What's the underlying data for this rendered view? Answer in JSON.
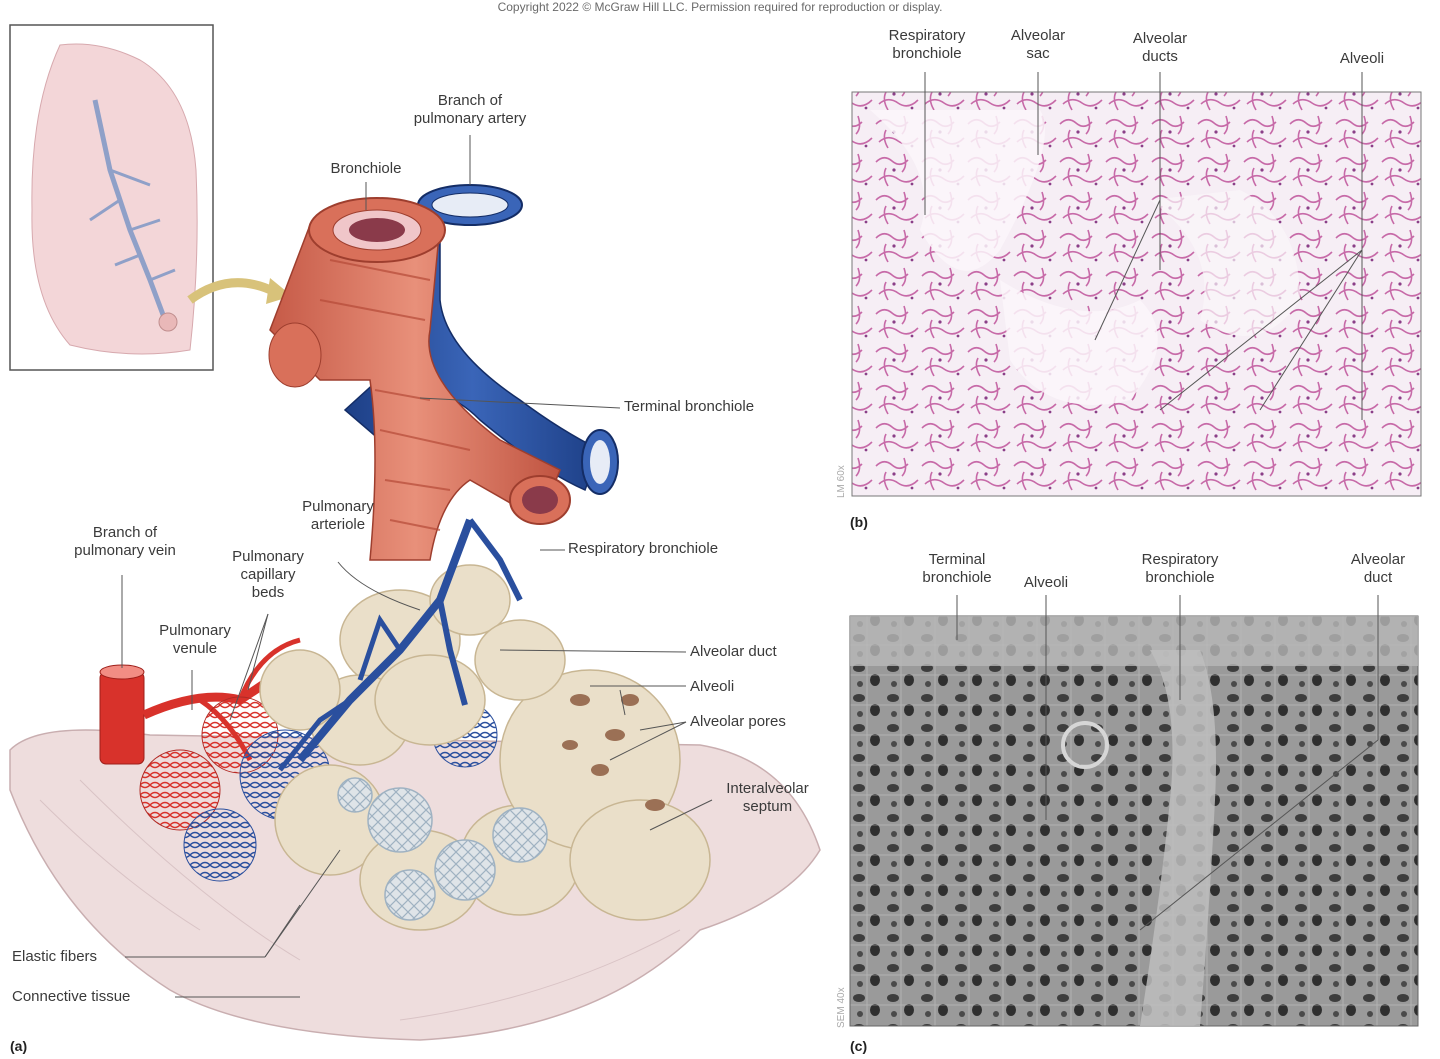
{
  "copyright": "Copyright 2022 © McGraw Hill LLC. Permission required for reproduction or display.",
  "panel_a": {
    "letter": "(a)",
    "labels": {
      "branch_pulmonary_artery": "Branch of\npulmonary artery",
      "bronchiole": "Bronchiole",
      "terminal_bronchiole": "Terminal bronchiole",
      "pulmonary_arteriole": "Pulmonary\narteriole",
      "respiratory_bronchiole": "Respiratory bronchiole",
      "branch_pulmonary_vein": "Branch of\npulmonary vein",
      "pulmonary_capillary_beds": "Pulmonary\ncapillary\nbeds",
      "pulmonary_venule": "Pulmonary\nvenule",
      "alveolar_duct": "Alveolar duct",
      "alveoli": "Alveoli",
      "alveolar_pores": "Alveolar pores",
      "interalveolar_septum": "Interalveolar\nseptum",
      "elastic_fibers": "Elastic fibers",
      "connective_tissue": "Connective tissue"
    }
  },
  "panel_b": {
    "letter": "(b)",
    "scale": "LM 60x",
    "labels": {
      "respiratory_bronchiole": "Respiratory\nbronchiole",
      "alveolar_sac": "Alveolar\nsac",
      "alveolar_ducts": "Alveolar\nducts",
      "alveoli": "Alveoli"
    }
  },
  "panel_c": {
    "letter": "(c)",
    "scale": "SEM 40x",
    "labels": {
      "terminal_bronchiole": "Terminal\nbronchiole",
      "alveoli": "Alveoli",
      "respiratory_bronchiole": "Respiratory\nbronchiole",
      "alveolar_duct": "Alveolar\nduct"
    }
  },
  "colors": {
    "artery_blue": "#2a4f9e",
    "vein_red": "#d8322b",
    "muscle": "#d9705a",
    "alveolus": "#eadfc9",
    "connective": "#eedddd",
    "histology_pink": "#c76aa8",
    "sem_gray": "#8c8c8c"
  }
}
